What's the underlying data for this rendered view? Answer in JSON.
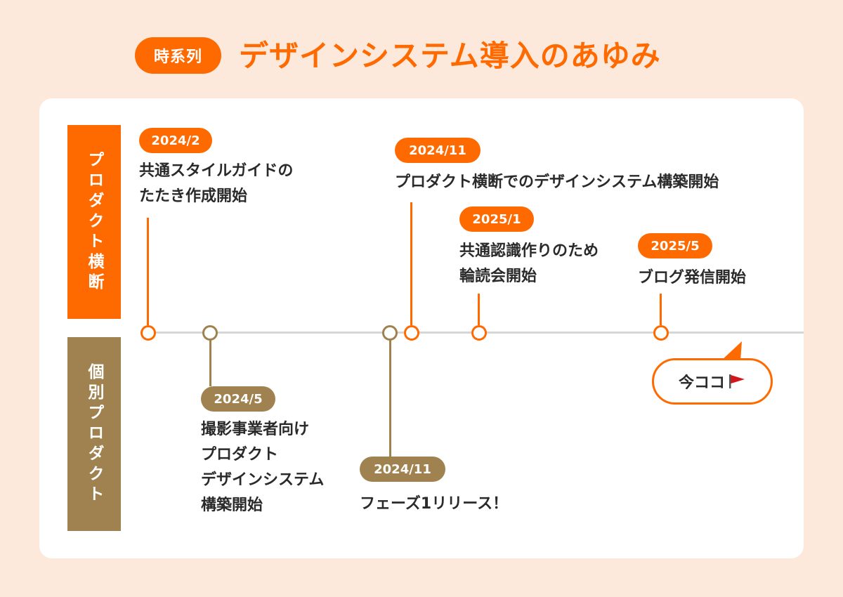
{
  "header": {
    "badge": "時系列",
    "title": "デザインシステム導入のあゆみ"
  },
  "lanes": {
    "cross_product": "プロダクト横断",
    "individual_product": "個別プロダクト"
  },
  "events": [
    {
      "date": "2024/2",
      "label": "共通スタイルガイドの\nたたき作成開始",
      "lane": "cross_product"
    },
    {
      "date": "2024/5",
      "label": "撮影事業者向け\nプロダクト\nデザインシステム\n構築開始",
      "lane": "individual_product"
    },
    {
      "date": "2024/11",
      "label": "フェーズ1リリース！",
      "lane": "individual_product"
    },
    {
      "date": "2024/11",
      "label": "プロダクト横断でのデザインシステム構築開始",
      "lane": "cross_product"
    },
    {
      "date": "2025/1",
      "label": "共通認識作りのため\n輪読会開始",
      "lane": "cross_product"
    },
    {
      "date": "2025/5",
      "label": "ブログ発信開始",
      "lane": "cross_product"
    }
  ],
  "now_marker": {
    "text": "今ココ",
    "icon": "red-flag-icon"
  },
  "colors": {
    "background": "#fde9dc",
    "accent": "#ff6a00",
    "individual": "#a08250",
    "axis": "#d6d6d6",
    "flag": "#d4161c"
  }
}
